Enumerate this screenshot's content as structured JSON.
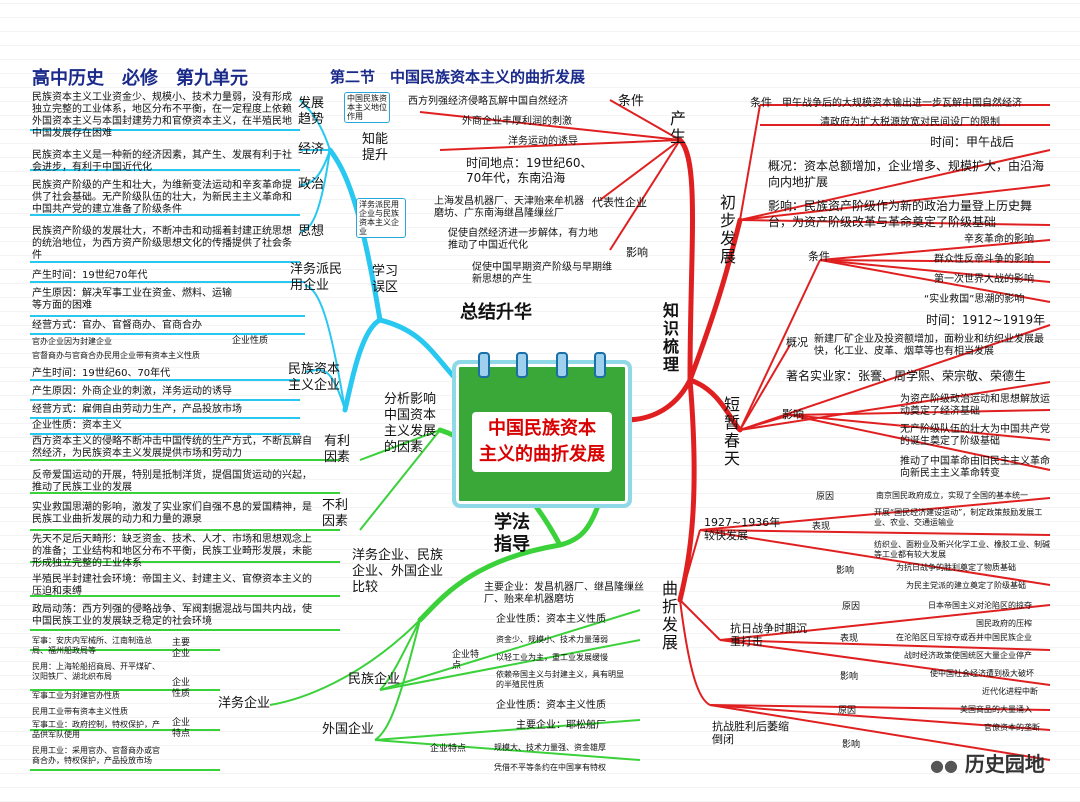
{
  "title": {
    "main": "高中历史　必修　第九单元",
    "section": "第二节　中国民族资本主义的曲折发展"
  },
  "center": {
    "line1": "中国民族资本",
    "line2": "主义的曲折发展"
  },
  "branches": {
    "summary": "总结升华",
    "method": "学法指导",
    "knowledge": "知识梳理"
  },
  "summary": {
    "zhineng": "知能提升",
    "position_box": "中国民族资本主义地位作用",
    "rows": [
      {
        "label": "发展趋势",
        "text": "民族资本主义工业资金少、规模小、技术力量弱，没有形成独立完整的工业体系，地区分布不平衡，在一定程度上依赖外国资本主义与本国封建势力和官僚资本主义，在半殖民地中国发展存在困难"
      },
      {
        "label": "经济",
        "text": "民族资本主义是一种新的经济因素，其产生、发展有利于社会进步，有利于中国近代化"
      },
      {
        "label": "政治",
        "text": "民族资产阶级的产生和壮大，为维新变法运动和辛亥革命提供了社会基础。无产阶级队伍的壮大，为新民主主义革命和中国共产党的建立准备了阶级条件"
      },
      {
        "label": "思想",
        "text": "民族资产阶级的发展壮大，不断冲击和动摇着封建正统思想的统治地位，为西方资产阶级思想文化的传播提供了社会条件"
      }
    ],
    "xuexi": "学习误区",
    "confuse_box": "洋务派民用企业与民族资本主义企业",
    "yangwu_label": "洋务派民用企业",
    "yangwu": [
      "产生时间：19世纪70年代",
      "产生原因：解决军事工业在资金、燃料、运输等方面的困难",
      "经营方式：官办、官督商办、官商合办"
    ],
    "qiye_xingzhi": "企业性质",
    "yangwu_nature": [
      "官办企业因为封建企业",
      "官督商办与官商合办民用企业带有资本主义性质"
    ],
    "minzu_label": "民族资本主义企业",
    "minzu": [
      "产生时间：19世纪60、70年代",
      "产生原因：外商企业的刺激，洋务运动的诱导",
      "经营方式：雇佣自由劳动力生产，产品投放市场",
      "企业性质：资本主义"
    ]
  },
  "method": {
    "analysis": "分析影响中国资本主义发展的因素",
    "youli": "有利因素",
    "youli_text": "西方资本主义的侵略不断冲击中国传统的生产方式，不断瓦解自然经济，为民族资本主义发展提供市场和劳动力",
    "buli": "不利因素",
    "buli_texts": [
      "反帝爱国运动的开展，特别是抵制洋货，提倡国货运动的兴起，推动了民族工业的发展",
      "实业救国思潮的影响，激发了实业家们自强不息的爱国精神，是民族工业曲折发展的动力和力量的源泉",
      "先天不足后天畸形：缺乏资金、技术、人才、市场和思想观念上的准备；工业结构和地区分布不平衡，民族工业畸形发展，未能形成独立完整的工业体系",
      "半殖民半封建社会环境：帝国主义、封建主义、官僚资本主义的压迫和束缚",
      "政局动荡：西方列强的侵略战争、军阀割据混战与国共内战，使中国民族工业的发展缺乏稳定的社会环境"
    ],
    "compare": "洋务企业、民族企业、外国企业比较",
    "minzu_qiye": "民族企业",
    "minzu_rows": [
      "主要企业：发昌机器厂、继昌隆缫丝厂、贻来牟机器磨坊",
      "企业性质：资本主义性质"
    ],
    "minzu_tedian": "企业特点",
    "minzu_tedian_rows": [
      "资金少、规模小、技术力量薄弱",
      "以轻工业为主，重工业发展缓慢",
      "依赖帝国主义与封建主义，具有明显的半殖民性质"
    ],
    "waiguo_qiye": "外国企业",
    "waiguo_rows": [
      "企业性质：资本主义性质",
      "主要企业：耶松船厂"
    ],
    "waiguo_tedian": "企业特点",
    "waiguo_tedian_rows": [
      "规模大、技术力量强、资金雄厚",
      "凭借不平等条约在中国享有特权"
    ],
    "yangwu_qiye": "洋务企业",
    "yangwu_zhuyao": "主要企业",
    "yangwu_zhuyao_rows": [
      "军事：安庆内军械所、江南制造总局、福州船政局等",
      "民用：上海轮船招商局、开平煤矿、汉阳铁厂、湖北织布局"
    ],
    "yangwu_xingzhi": "企业性质",
    "yangwu_xingzhi_rows": [
      "军事工业为封建官办性质",
      "民用工业带有资本主义性质"
    ],
    "yangwu_tedian": "企业特点",
    "yangwu_tedian_rows": [
      "军事工业：政府控制，特权保护，产品供军队使用",
      "民用工业：采用官办、官督商办或官商合办，特权保护，产品投放市场"
    ]
  },
  "knowledge": {
    "chansheng": "产生",
    "tiaojian": "条件",
    "chansheng_conditions": [
      "西方列强经济侵略瓦解中国自然经济",
      "外商企业丰厚利润的刺激",
      "洋务运动的诱导"
    ],
    "time_place": "时间地点：19世纪60、70年代，东南沿海",
    "daibiao_label": "代表性企业",
    "daibiao": "上海发昌机器厂、天津贻来牟机器磨坊、广东南海继昌隆缫丝厂",
    "yingxiang": "影响",
    "chansheng_effects": [
      "促使自然经济进一步解体，有力地推动了中国近代化",
      "促使中国早期资产阶级与早期维新思想的产生"
    ],
    "chubu": "初步发展",
    "chubu_tiaojian": "条件",
    "chubu_conditions": [
      "甲午战争后的大规模资本输出进一步瓦解中国自然经济",
      "清政府为扩大税源放宽对民间设厂的限制"
    ],
    "chubu_time": "时间：甲午战后",
    "chubu_gaikuang": "概况：资本总额增加，企业增多、规模扩大，由沿海向内地扩展",
    "chubu_effect": "影响：民族资产阶级作为新的政治力量登上历史舞台，为资产阶级改革与革命奠定了阶级基础",
    "duanzan": "短暂春天",
    "dz_tiaojian": "条件",
    "dz_conditions": [
      "辛亥革命的影响",
      "群众性反帝斗争的影响",
      "第一次世界大战的影响",
      "“实业救国”思潮的影响"
    ],
    "dz_time": "时间：1912~1919年",
    "dz_gaikuang_label": "概况",
    "dz_gaikuang": "新建厂矿企业及投资额增加，面粉业和纺织业发展最快，化工业、皮革、烟草等也有相当发展",
    "dz_people": "著名实业家：张謇、周学熙、荣宗敬、荣德生",
    "dz_yingxiang": "影响",
    "dz_effects": [
      "为资产阶级政治运动和思想解放运动奠定了经济基础",
      "无产阶级队伍的壮大为中国共产党的诞生奠定了阶级基础",
      "推动了中国革命由旧民主主义革命向新民主主义革命转变"
    ],
    "quzhe": "曲折发展",
    "period1": "1927~1936年较快发展",
    "p1_yuanyin": "原因",
    "p1_yuanyin_text": "南京国民政府成立，实现了全国的基本统一",
    "p1_biaoxian": "表现",
    "p1_biaoxian_rows": [
      "开展“国民经济建设运动”，制定政策鼓励发展工业、农业、交通运输业",
      "纺织业、面粉业及新兴化学工业、橡胶工业、制碱等工业都有较大发展"
    ],
    "p1_yingxiang": "影响",
    "p1_yingxiang_rows": [
      "为抗日战争的胜利奠定了物质基础",
      "为民主党派的建立奠定了阶级基础"
    ],
    "period2": "抗日战争时期沉重打击",
    "p2_yuanyin": "原因",
    "p2_yuanyin_rows": [
      "日本帝国主义对沦陷区的掠夺",
      "国民政府的压榨"
    ],
    "p2_biaoxian": "表现",
    "p2_biaoxian_rows": [
      "在沦陷区日军掠夺或吞并中国民族企业",
      "战时经济政策使国统区大量企业停产"
    ],
    "p2_yingxiang": "影响",
    "p2_yingxiang_rows": [
      "使中国社会经济遭到极大破坏",
      "近代化进程中断"
    ],
    "period3": "抗战胜利后萎缩倒闭",
    "p3_yuanyin": "原因",
    "p3_yuanyin_rows": [
      "美国商品的大量涌入",
      "官僚资本的垄断"
    ],
    "p3_yingxiang": "影响"
  },
  "watermark": "历史园地"
}
